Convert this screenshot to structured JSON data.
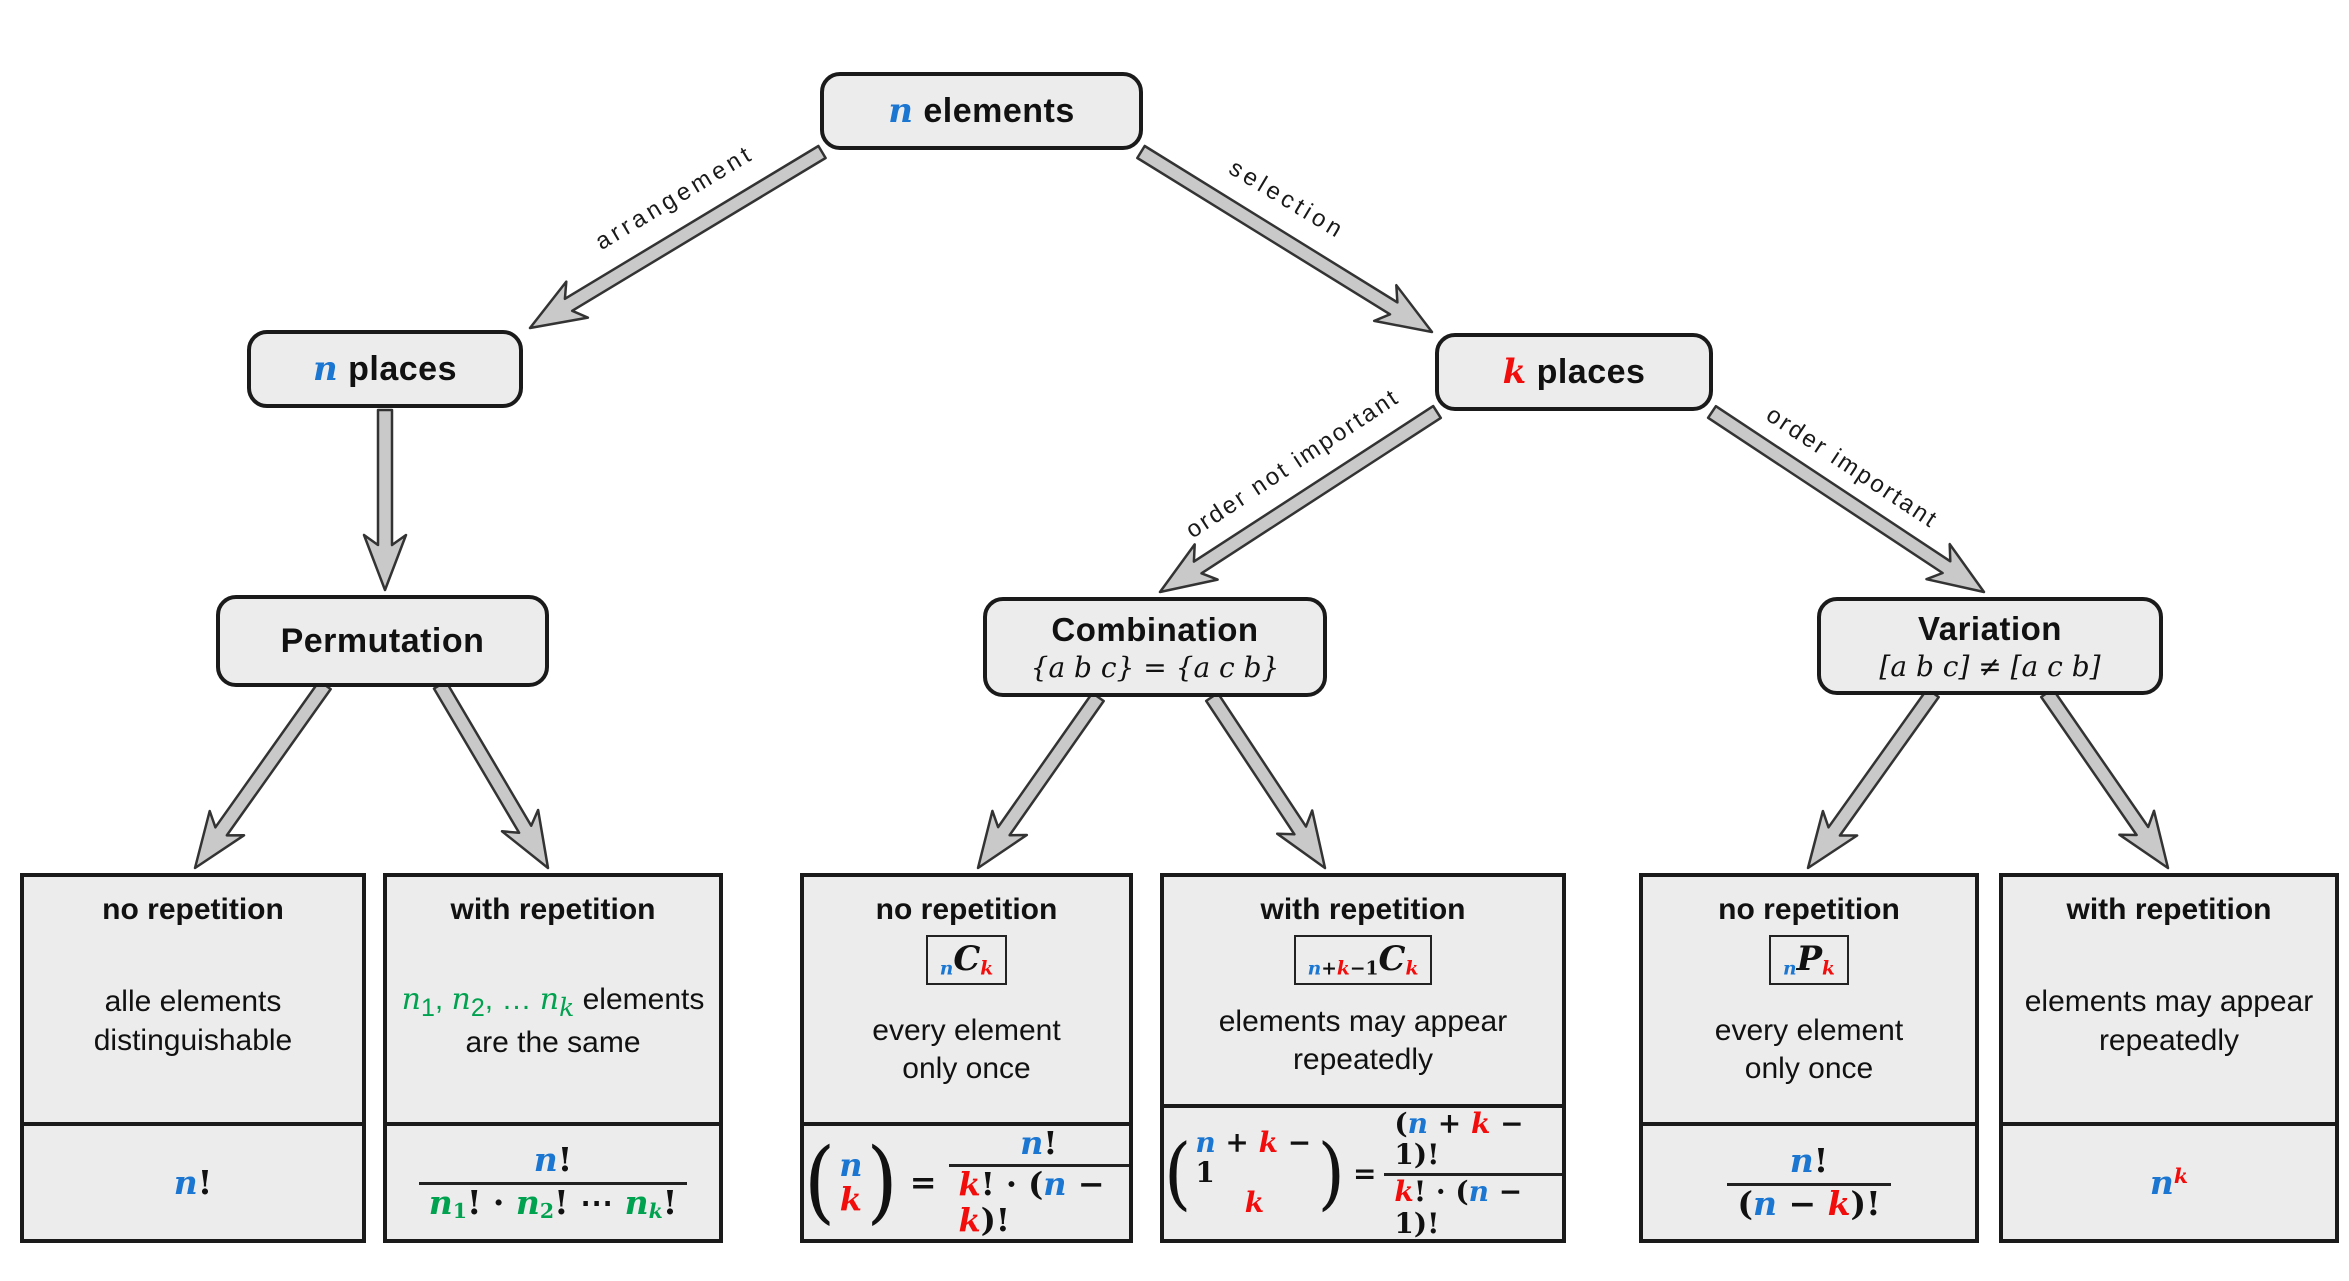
{
  "colors": {
    "blue": "#1b76d2",
    "red": "#f20d0d",
    "green": "#00a14f",
    "black": "#111111",
    "box_fill": "#ececec",
    "box_border": "#1a1a1a",
    "arrow_fill": "#c9c9c9",
    "arrow_outline": "#333333"
  },
  "nodes": {
    "root": {
      "tokens": [
        {
          "t": "n",
          "c": "blue",
          "v": true
        },
        {
          "t": " elements"
        }
      ]
    },
    "n_places": {
      "tokens": [
        {
          "t": "n",
          "c": "blue",
          "v": true
        },
        {
          "t": " places"
        }
      ]
    },
    "k_places": {
      "tokens": [
        {
          "t": "k",
          "c": "red",
          "v": true
        },
        {
          "t": " places"
        }
      ]
    },
    "permutation": {
      "title": "Permutation"
    },
    "combination": {
      "title": "Combination",
      "subtitle": "{a b c} = {a c b}"
    },
    "variation": {
      "title": "Variation",
      "subtitle": "[a b c] ≠ [a c b]"
    }
  },
  "edges": {
    "arrangement": "arrangement",
    "selection": "selection",
    "order_not_important": "order not important",
    "order_important": "order important"
  },
  "leaves": [
    {
      "header": "no repetition",
      "desc": [
        [
          {
            "t": "alle elements"
          }
        ],
        [
          {
            "t": "distinguishable"
          }
        ]
      ],
      "formula": [
        {
          "t": "n",
          "c": "blue",
          "v": true
        },
        {
          "t": "!"
        }
      ]
    },
    {
      "header": "with repetition",
      "desc": [
        [
          {
            "t": "n",
            "c": "green",
            "v": true
          },
          {
            "t": "1",
            "c": "green",
            "sub": true
          },
          {
            "t": ", ",
            "c": "green"
          },
          {
            "t": "n",
            "c": "green",
            "v": true
          },
          {
            "t": "2",
            "c": "green",
            "sub": true
          },
          {
            "t": ", … ",
            "c": "green"
          },
          {
            "t": "n",
            "c": "green",
            "v": true
          },
          {
            "t": "k",
            "c": "green",
            "v": true,
            "sub": true
          },
          {
            "t": " elements"
          }
        ],
        [
          {
            "t": "are the same"
          }
        ]
      ],
      "formula": {
        "num": [
          {
            "t": "n",
            "c": "blue",
            "v": true
          },
          {
            "t": "!"
          }
        ],
        "den": [
          {
            "t": "n",
            "c": "green",
            "v": true
          },
          {
            "t": "1",
            "c": "green",
            "sub": true
          },
          {
            "t": "! · "
          },
          {
            "t": "n",
            "c": "green",
            "v": true
          },
          {
            "t": "2",
            "c": "green",
            "sub": true
          },
          {
            "t": "! ⋯ "
          },
          {
            "t": "n",
            "c": "green",
            "v": true
          },
          {
            "t": "k",
            "c": "green",
            "v": true,
            "sub": true
          },
          {
            "t": "!"
          }
        ]
      }
    },
    {
      "header": "no repetition",
      "badge": [
        {
          "t": "n",
          "c": "blue",
          "v": true,
          "sub": true
        },
        {
          "t": "C",
          "v": true,
          "big": true
        },
        {
          "t": "k",
          "c": "red",
          "v": true,
          "sub": true
        }
      ],
      "desc": [
        [
          {
            "t": "every element"
          }
        ],
        [
          {
            "t": "only once"
          }
        ]
      ],
      "formula": {
        "binom_top": [
          {
            "t": "n",
            "c": "blue",
            "v": true
          }
        ],
        "binom_bottom": [
          {
            "t": "k",
            "c": "red",
            "v": true
          }
        ],
        "eq": "=",
        "num": [
          {
            "t": "n",
            "c": "blue",
            "v": true
          },
          {
            "t": "!"
          }
        ],
        "den": [
          {
            "t": "k",
            "c": "red",
            "v": true
          },
          {
            "t": "! · ("
          },
          {
            "t": "n",
            "c": "blue",
            "v": true
          },
          {
            "t": " − "
          },
          {
            "t": "k",
            "c": "red",
            "v": true
          },
          {
            "t": ")!"
          }
        ]
      }
    },
    {
      "header": "with repetition",
      "badge": [
        {
          "t": "n",
          "c": "blue",
          "v": true,
          "sub": true
        },
        {
          "t": "+",
          "sub": true
        },
        {
          "t": "k",
          "c": "red",
          "v": true,
          "sub": true
        },
        {
          "t": "−1",
          "sub": true
        },
        {
          "t": "C",
          "v": true,
          "big": true
        },
        {
          "t": "k",
          "c": "red",
          "v": true,
          "sub": true
        }
      ],
      "desc": [
        [
          {
            "t": "elements may appear"
          }
        ],
        [
          {
            "t": "repeatedly"
          }
        ]
      ],
      "formula": {
        "binom_top": [
          {
            "t": "n",
            "c": "blue",
            "v": true
          },
          {
            "t": " + "
          },
          {
            "t": "k",
            "c": "red",
            "v": true
          },
          {
            "t": " − 1"
          }
        ],
        "binom_bottom": [
          {
            "t": "k",
            "c": "red",
            "v": true
          }
        ],
        "eq": "=",
        "num": [
          {
            "t": "("
          },
          {
            "t": "n",
            "c": "blue",
            "v": true
          },
          {
            "t": " + "
          },
          {
            "t": "k",
            "c": "red",
            "v": true
          },
          {
            "t": " − 1)!"
          }
        ],
        "den": [
          {
            "t": "k",
            "c": "red",
            "v": true
          },
          {
            "t": "! · ("
          },
          {
            "t": "n",
            "c": "blue",
            "v": true
          },
          {
            "t": " − 1)!"
          }
        ]
      }
    },
    {
      "header": "no repetition",
      "badge": [
        {
          "t": "n",
          "c": "blue",
          "v": true,
          "sub": true
        },
        {
          "t": "P",
          "v": true,
          "big": true
        },
        {
          "t": "k",
          "c": "red",
          "v": true,
          "sub": true
        }
      ],
      "desc": [
        [
          {
            "t": "every element"
          }
        ],
        [
          {
            "t": "only once"
          }
        ]
      ],
      "formula": {
        "num": [
          {
            "t": "n",
            "c": "blue",
            "v": true
          },
          {
            "t": "!"
          }
        ],
        "den": [
          {
            "t": "("
          },
          {
            "t": "n",
            "c": "blue",
            "v": true
          },
          {
            "t": " − "
          },
          {
            "t": "k",
            "c": "red",
            "v": true
          },
          {
            "t": ")!"
          }
        ]
      }
    },
    {
      "header": "with repetition",
      "desc": [
        [
          {
            "t": "elements may appear"
          }
        ],
        [
          {
            "t": "repeatedly"
          }
        ]
      ],
      "formula": [
        {
          "t": "n",
          "c": "blue",
          "v": true
        },
        {
          "t": "k",
          "c": "red",
          "v": true,
          "sup": true
        }
      ]
    }
  ]
}
